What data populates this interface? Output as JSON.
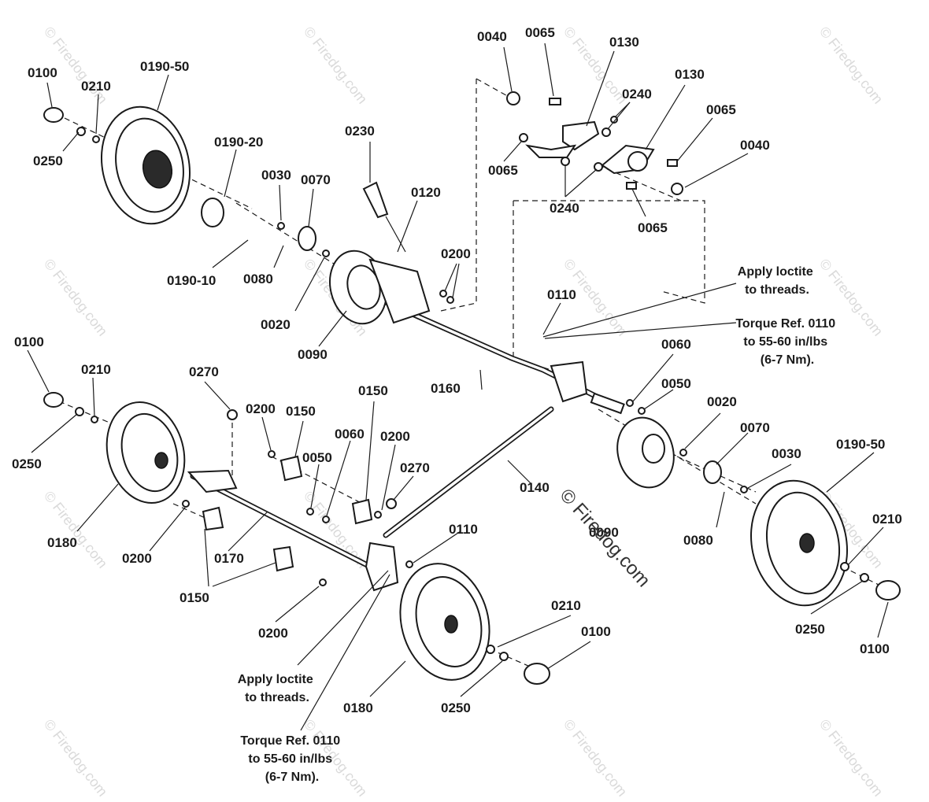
{
  "labels": {
    "l0040a": "0040",
    "l0065a": "0065",
    "l0130a": "0130",
    "l0130b": "0130",
    "l0240a": "0240",
    "l0065b": "0065",
    "l0040b": "0040",
    "l0065c": "0065",
    "l0240b": "0240",
    "l0065d": "0065",
    "l0100a": "0100",
    "l0190_50a": "0190-50",
    "l0210a": "0210",
    "l0250a": "0250",
    "l0190_20": "0190-20",
    "l0190_10": "0190-10",
    "l0030a": "0030",
    "l0070a": "0070",
    "l0080a": "0080",
    "l0020a": "0020",
    "l0230": "0230",
    "l0120": "0120",
    "l0200a": "0200",
    "l0090a": "0090",
    "l0110a": "0110",
    "l0160": "0160",
    "l0060a": "0060",
    "l0050a": "0050",
    "l0020b": "0020",
    "l0070b": "0070",
    "l0030b": "0030",
    "l0190_50b": "0190-50",
    "l0210b": "0210",
    "l0080b": "0080",
    "l0090b": "0090",
    "l0140": "0140",
    "l0250b": "0250",
    "l0100b": "0100",
    "l0100c": "0100",
    "l0210c": "0210",
    "l0250c": "0250",
    "l0180a": "0180",
    "l0270a": "0270",
    "l0200b": "0200",
    "l0150a": "0150",
    "l0150b": "0150",
    "l0060b": "0060",
    "l0200c": "0200",
    "l0050b": "0050",
    "l0270b": "0270",
    "l0200d": "0200",
    "l0170": "0170",
    "l0150c": "0150",
    "l0200e": "0200",
    "l0110b": "0110",
    "l0180b": "0180",
    "l0210d": "0210",
    "l0100d": "0100",
    "l0250d": "0250"
  },
  "notes": {
    "loctite_top": [
      "Apply loctite",
      "to threads."
    ],
    "torque_top": [
      "Torque Ref. 0110",
      "to 55-60 in/lbs",
      "(6-7 Nm)."
    ],
    "loctite_bottom": [
      "Apply loctite",
      "to threads."
    ],
    "torque_bottom": [
      "Torque Ref. 0110",
      "to 55-60 in/lbs",
      "(6-7 Nm)."
    ]
  },
  "watermark": "© Firedog.com",
  "copyright": "© Firedog.com"
}
